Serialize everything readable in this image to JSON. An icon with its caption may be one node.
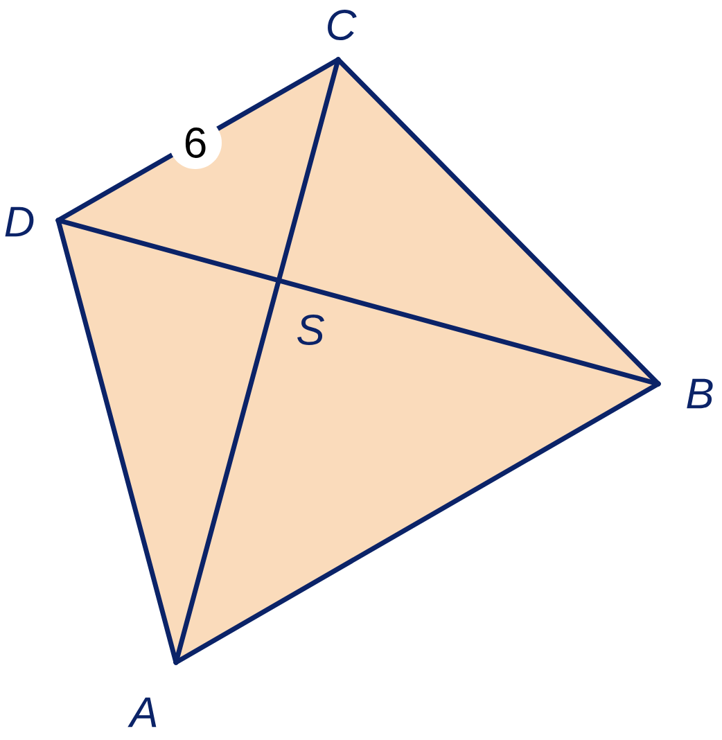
{
  "diagram": {
    "nodes": [
      {
        "text": [],
        "shape": "point",
        "beside": [
          "C"
        ]
      },
      {
        "text": [],
        "shape": "point",
        "beside": [
          "D"
        ]
      },
      {
        "text": [],
        "shape": "point",
        "beside": [
          "B"
        ]
      },
      {
        "text": [],
        "shape": "point",
        "beside": [
          "A"
        ]
      }
    ],
    "edges": [
      {
        "from": 1,
        "to": 0,
        "arrow": "none",
        "label": "6"
      },
      {
        "from": 0,
        "to": 2,
        "arrow": "none"
      },
      {
        "from": 2,
        "to": 3,
        "arrow": "none"
      },
      {
        "from": 3,
        "to": 1,
        "arrow": "none"
      },
      {
        "from": 3,
        "to": 0,
        "arrow": "none"
      },
      {
        "from": 1,
        "to": 2,
        "arrow": "none"
      }
    ],
    "labels": [
      "S"
    ]
  }
}
